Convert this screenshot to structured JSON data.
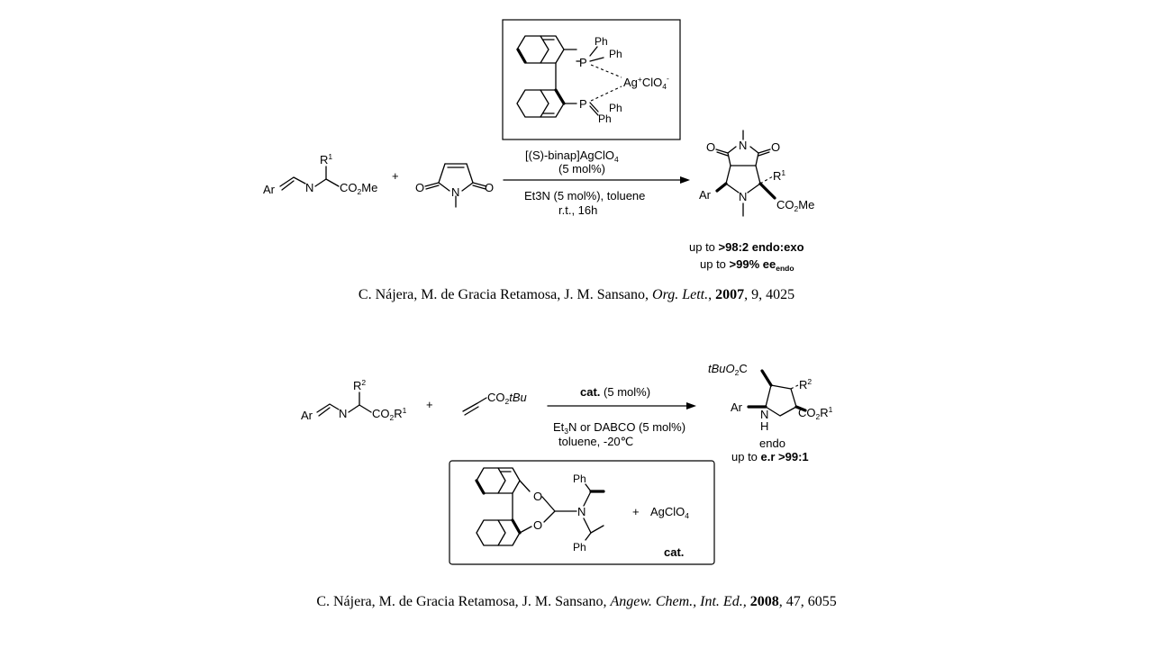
{
  "reaction1": {
    "ar": "Ar",
    "n": "N",
    "r1": "R",
    "r1_sup": "1",
    "co2me": "CO",
    "co2me_sub": "2",
    "co2me_tail": "Me",
    "plus": "+",
    "o": "O",
    "n_me": "N",
    "catalyst_box": {
      "ph1": "Ph",
      "ph2": "Ph",
      "ph3": "Ph",
      "ph4": "Ph",
      "p1": "P",
      "p2": "P",
      "ag": "Ag",
      "ag_sup": "+",
      "clo4": "ClO",
      "clo4_sub": "4",
      "clo4_sup": "-"
    },
    "reagent_above_1": "[(S)-binap]AgClO",
    "reagent_above_1_sub": "4",
    "reagent_above_2": "(5 mol%)",
    "reagent_below_1": "Et3N (5 mol%), toluene",
    "reagent_below_2": "r.t., 16h",
    "product": {
      "o1": "O",
      "o2": "O",
      "n_top": "N",
      "n_bottom": "N",
      "ar": "Ar",
      "r1": "R",
      "r1_sup": "1",
      "co2me": "CO",
      "co2me_sub": "2",
      "co2me_tail": "Me"
    },
    "selectivity_1_prefix": "up to ",
    "selectivity_1_bold": ">98:2 endo:exo",
    "selectivity_2_prefix": "up to ",
    "selectivity_2_bold": ">99% ee",
    "selectivity_2_sub": "endo"
  },
  "citation1": {
    "authors": "C. Nájera, M. de Gracia Retamosa, J. M. Sansano, ",
    "journal": "Org. Lett.",
    "sep1": ", ",
    "year": "2007",
    "rest": ", 9, 4025"
  },
  "reaction2": {
    "ar": "Ar",
    "n": "N",
    "r2": "R",
    "r2_sup": "2",
    "co2r1": "CO",
    "co2r1_sub": "2",
    "co2r1_tail": "R",
    "co2r1_sup": "1",
    "plus": "+",
    "acrylate": "CO",
    "acrylate_sub": "2",
    "acrylate_tail": "tBu",
    "reagent_above_bold": "cat.",
    "reagent_above_rest": " (5 mol%)",
    "reagent_below_1a": "Et",
    "reagent_below_1_sub": "3",
    "reagent_below_1b": "N or DABCO (5 mol%)",
    "reagent_below_2": "toluene, -20℃",
    "product": {
      "tbu": "tBuO",
      "tbu_sub": "2",
      "tbu_tail": "C",
      "ar": "Ar",
      "nh": "N",
      "h": "H",
      "r2": "R",
      "r2_sup": "2",
      "co2r1": "CO",
      "co2r1_sub": "2",
      "co2r1_tail": "R",
      "co2r1_sup": "1"
    },
    "label_endo": "endo",
    "selectivity_prefix": "up to ",
    "selectivity_bold": "e.r >99:1",
    "catalyst_box": {
      "o1": "O",
      "o2": "O",
      "n": "N",
      "ph1": "Ph",
      "ph2": "Ph",
      "plus": "+",
      "agclo4": "AgClO",
      "agclo4_sub": "4",
      "label_cat": "cat."
    }
  },
  "citation2": {
    "authors": "C. Nájera, M. de Gracia Retamosa, J. M. Sansano, ",
    "journal": "Angew. Chem., Int. Ed.,",
    "sep1": " ",
    "year": "2008",
    "rest": ", 47, 6055"
  }
}
